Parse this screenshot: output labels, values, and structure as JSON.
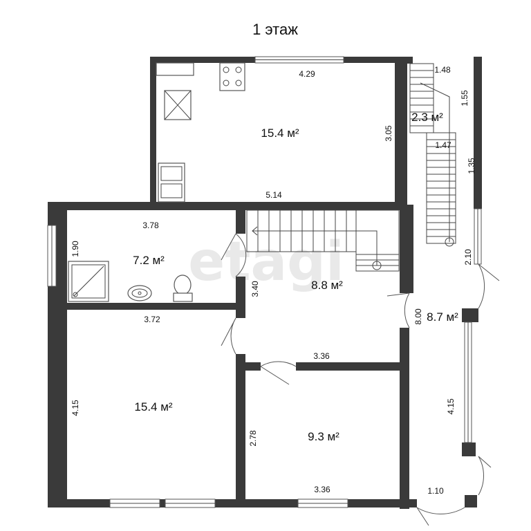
{
  "title": "1 этаж",
  "watermark": "etagi",
  "rooms": [
    {
      "id": "kitchen",
      "area": "15.4 м²"
    },
    {
      "id": "stair-top",
      "area": "2.3 м²"
    },
    {
      "id": "bathroom",
      "area": "7.2 м²"
    },
    {
      "id": "hall",
      "area": "8.8 м²"
    },
    {
      "id": "corridor",
      "area": "8.7 м²"
    },
    {
      "id": "room-left",
      "area": "15.4 м²"
    },
    {
      "id": "room-right",
      "area": "9.3 м²"
    }
  ],
  "dimensions": {
    "kitchen_top": "4.29",
    "kitchen_right": "3.05",
    "kitchen_bottom": "5.14",
    "stair_top": "1.48",
    "stair_right": "1.55",
    "stair_mid": "1.47",
    "stair_side": "1.35",
    "bath_top": "3.78",
    "bath_left": "1.90",
    "bath_bottom": "3.72",
    "hall_left": "3.40",
    "hall_bottom": "3.36",
    "corridor_upper": "2.10",
    "corridor_side": "8.00",
    "corridor_lower": "4.15",
    "corridor_bottom": "1.10",
    "room_left_side": "4.15",
    "room_right_side": "2.78",
    "room_right_bottom": "3.36"
  },
  "colors": {
    "wall": "#3a3a3a",
    "background": "#ffffff"
  }
}
